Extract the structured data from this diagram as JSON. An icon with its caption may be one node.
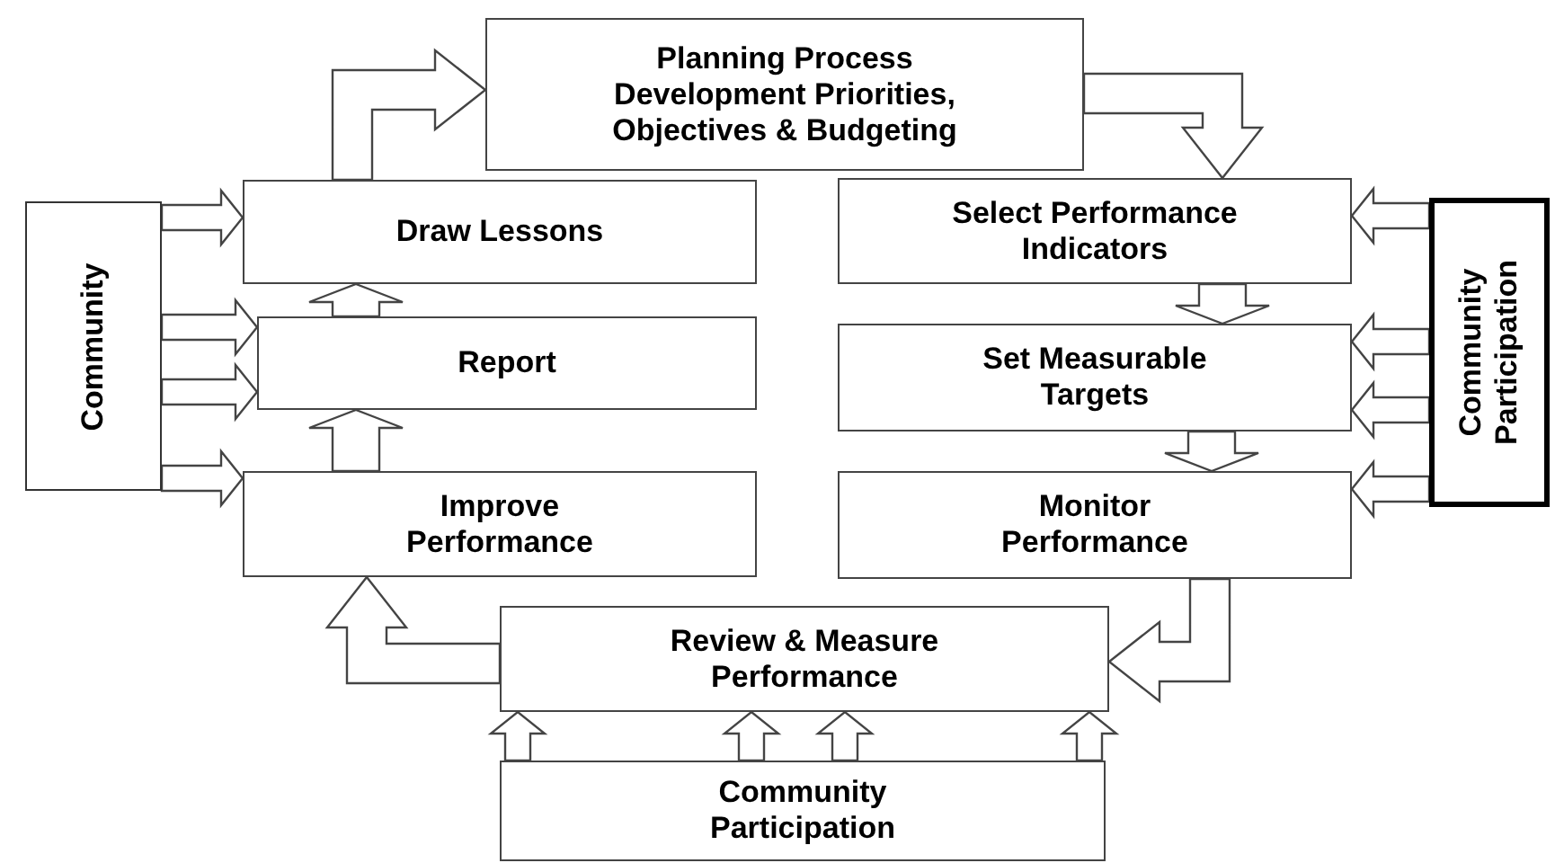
{
  "diagram": {
    "nodes": [
      {
        "text": [
          "Planning Process",
          "Development Priorities, Objectives & Budgeting"
        ]
      },
      {
        "text": [
          "Draw Lessons"
        ]
      },
      {
        "text": [
          "Select Performance Indicators"
        ]
      },
      {
        "text": [
          "Community"
        ]
      },
      {
        "text": [
          "Report"
        ]
      },
      {
        "text": [
          "Set Measurable Targets"
        ]
      },
      {
        "text": [
          "Community Participation"
        ]
      },
      {
        "text": [
          "Improve Performance"
        ]
      },
      {
        "text": [
          "Monitor Performance"
        ]
      },
      {
        "text": [
          "Review & Measure Performance"
        ]
      },
      {
        "text": [
          "Community Participation"
        ]
      }
    ],
    "edges": [
      {
        "from": 1,
        "to": 0,
        "arrow": "to"
      },
      {
        "from": 0,
        "to": 2,
        "arrow": "to"
      },
      {
        "from": 2,
        "to": 5,
        "arrow": "to"
      },
      {
        "from": 5,
        "to": 8,
        "arrow": "to"
      },
      {
        "from": 8,
        "to": 9,
        "arrow": "to"
      },
      {
        "from": 9,
        "to": 7,
        "arrow": "to"
      },
      {
        "from": 7,
        "to": 4,
        "arrow": "to"
      },
      {
        "from": 4,
        "to": 1,
        "arrow": "to"
      },
      {
        "from": 3,
        "to": 1,
        "arrow": "to"
      },
      {
        "from": 3,
        "to": 4,
        "arrow": "to"
      },
      {
        "from": 3,
        "to": 4,
        "arrow": "to"
      },
      {
        "from": 3,
        "to": 7,
        "arrow": "to"
      },
      {
        "from": 6,
        "to": 2,
        "arrow": "to"
      },
      {
        "from": 6,
        "to": 5,
        "arrow": "to"
      },
      {
        "from": 6,
        "to": 5,
        "arrow": "to"
      },
      {
        "from": 6,
        "to": 8,
        "arrow": "to"
      },
      {
        "from": 10,
        "to": 9,
        "arrow": "to"
      },
      {
        "from": 10,
        "to": 9,
        "arrow": "to"
      },
      {
        "from": 10,
        "to": 9,
        "arrow": "to"
      },
      {
        "from": 10,
        "to": 9,
        "arrow": "to"
      }
    ]
  }
}
